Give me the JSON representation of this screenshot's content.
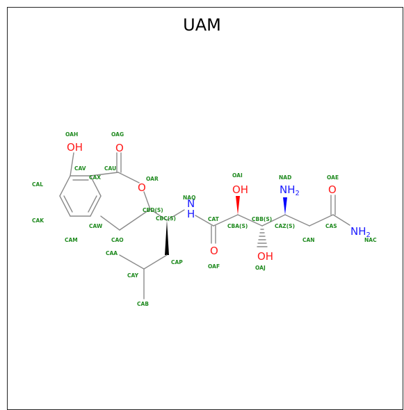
{
  "title": "UAM",
  "colors": {
    "carbon_bond": "#8a8a8a",
    "oxygen": "#ff1a1a",
    "nitrogen": "#1a1aff",
    "atom_label": "#1f8a1f",
    "frame": "#222222"
  },
  "atoms": {
    "oh1": "OH",
    "o_carbonyl1": "O",
    "o_ring": "O",
    "nh": "N",
    "nh_h": "H",
    "oh2": "OH",
    "nh2": "NH",
    "nh2_sub": "2",
    "o_carbonyl2": "O",
    "o_carbonyl3": "O",
    "oh3": "OH",
    "nh2b": "NH",
    "nh2b_sub": "2"
  },
  "labels": {
    "OAH": "OAH",
    "OAG": "OAG",
    "CAV": "CAV",
    "CAU": "CAU",
    "CAX": "CAX",
    "OAR": "OAR",
    "CAL": "CAL",
    "CAK": "CAK",
    "CAW": "CAW",
    "CAM": "CAM",
    "CAO": "CAO",
    "CBD": "CBD(S)",
    "CBC": "CBC(S)",
    "NAQ": "NAQ",
    "CAT": "CAT",
    "OAF": "OAF",
    "CAA": "CAA",
    "CAP": "CAP",
    "CAY": "CAY",
    "CAB": "CAB",
    "OAI": "OAI",
    "CBA": "CBA(S)",
    "CBB": "CBB(S)",
    "OAJ": "OAJ",
    "NAD": "NAD",
    "CAZ": "CAZ(S)",
    "CAN": "CAN",
    "OAE": "OAE",
    "CAS": "CAS",
    "NAC": "NAC"
  }
}
